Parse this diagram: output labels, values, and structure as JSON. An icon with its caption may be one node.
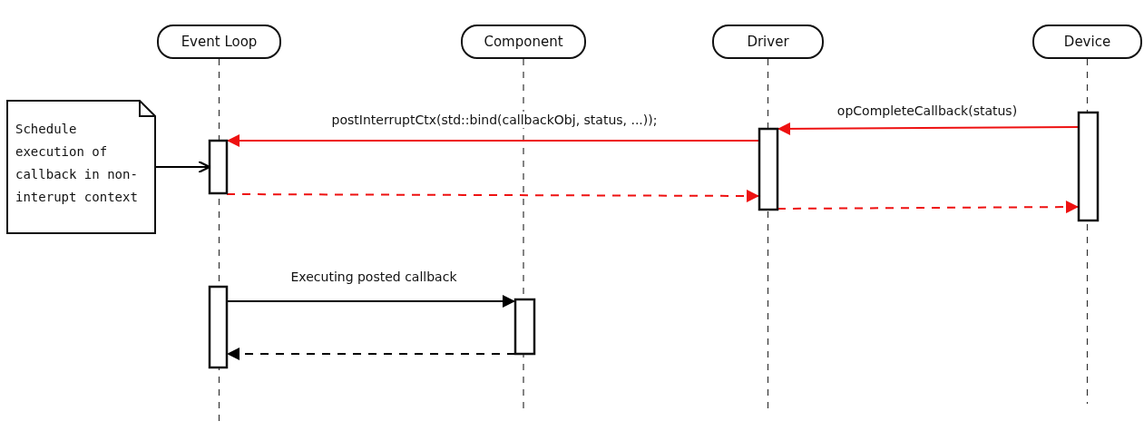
{
  "diagram": {
    "nodes": [
      {
        "text": [
          "Event Loop"
        ]
      },
      {
        "text": [
          "Component"
        ]
      },
      {
        "text": [
          "Driver"
        ]
      },
      {
        "text": [
          "Device"
        ]
      },
      {
        "text": [
          "Schedule execution of callback in non-interupt context"
        ]
      },
      {
        "text": [],
        "shape": "bar"
      },
      {
        "text": [],
        "shape": "bar"
      },
      {
        "text": [],
        "shape": "bar"
      },
      {
        "text": [],
        "shape": "bar"
      },
      {
        "text": [],
        "shape": "bar"
      }
    ],
    "edges": [
      {
        "from": 7,
        "to": 6,
        "arrow": "to",
        "label": "opCompleteCallback(status)"
      },
      {
        "from": 6,
        "to": 5,
        "arrow": "to",
        "label": "postInterruptCtx(std::bind(callbackObj, status, ...));"
      },
      {
        "from": 5,
        "to": 6,
        "arrow": "to",
        "style": "dashed"
      },
      {
        "from": 6,
        "to": 7,
        "arrow": "to",
        "style": "dashed"
      },
      {
        "from": 4,
        "to": 5,
        "arrow": "to",
        "color": "#000000"
      },
      {
        "from": 8,
        "to": 9,
        "arrow": "to",
        "label": "Executing posted callback",
        "color": "#000000"
      },
      {
        "from": 9,
        "to": 8,
        "arrow": "to",
        "style": "dashed",
        "color": "#000000"
      }
    ]
  }
}
